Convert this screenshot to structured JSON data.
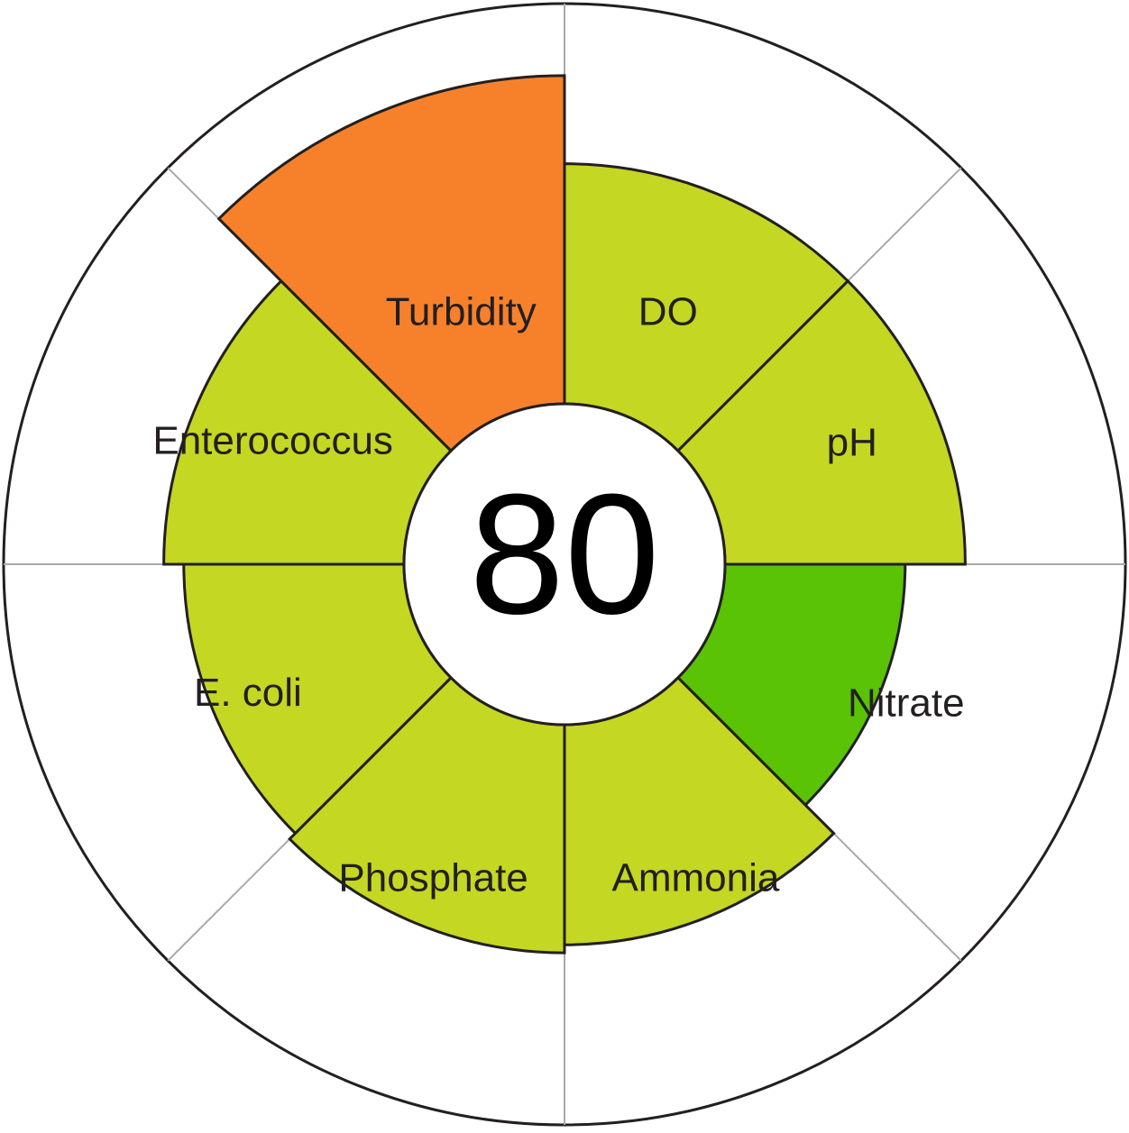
{
  "chart_data": {
    "type": "radial-bar",
    "score": "80",
    "scale_max": 100,
    "segments": [
      {
        "name": "DO",
        "value": 60,
        "color": "#c4d723"
      },
      {
        "name": "pH",
        "value": 60,
        "color": "#c4d723"
      },
      {
        "name": "Nitrate",
        "value": 45,
        "color": "#5ac305"
      },
      {
        "name": "Ammonia",
        "value": 55,
        "color": "#c4d723"
      },
      {
        "name": "Phosphate",
        "value": 57,
        "color": "#c4d723"
      },
      {
        "name": "E. coli",
        "value": 55,
        "color": "#c4d723"
      },
      {
        "name": "Enterococcus",
        "value": 60,
        "color": "#c4d723"
      },
      {
        "name": "Turbidity",
        "value": 82,
        "color": "#f7812b"
      }
    ]
  }
}
